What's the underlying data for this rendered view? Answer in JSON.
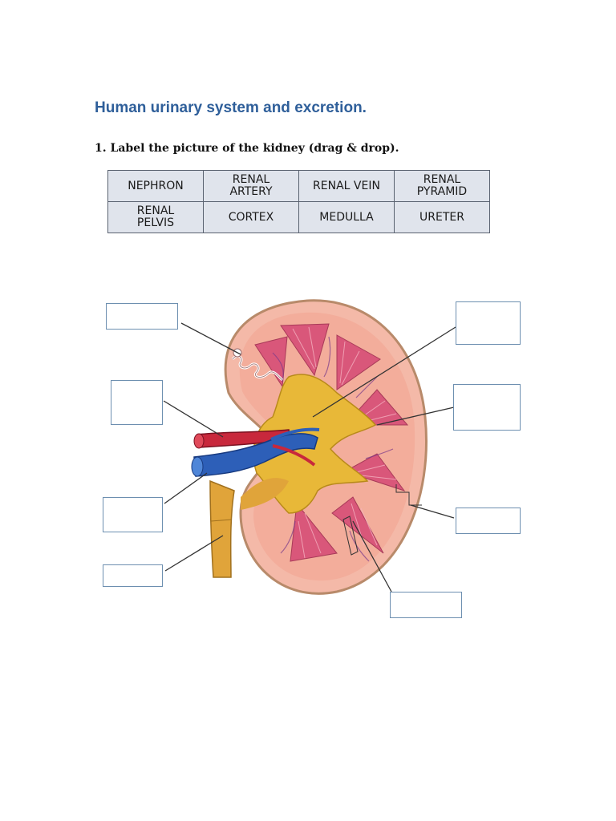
{
  "title": "Human urinary system and excretion.",
  "question": "1. Label the picture of the kidney (drag & drop).",
  "word_bank": [
    [
      "NEPHRON",
      "RENAL\nARTERY",
      "RENAL VEIN",
      "RENAL\nPYRAMID"
    ],
    [
      "RENAL\nPELVIS",
      "CORTEX",
      "MEDULLA",
      "URETER"
    ]
  ],
  "colors": {
    "title": "#2f5f9a",
    "cell_bg": "#e0e4ec",
    "box_border": "#6d8fb0",
    "artery": "#c8283c",
    "vein": "#2d5fb8",
    "pelvis": "#e8b838",
    "cortex": "#f4b9a8",
    "pyramid": "#d9577a"
  }
}
